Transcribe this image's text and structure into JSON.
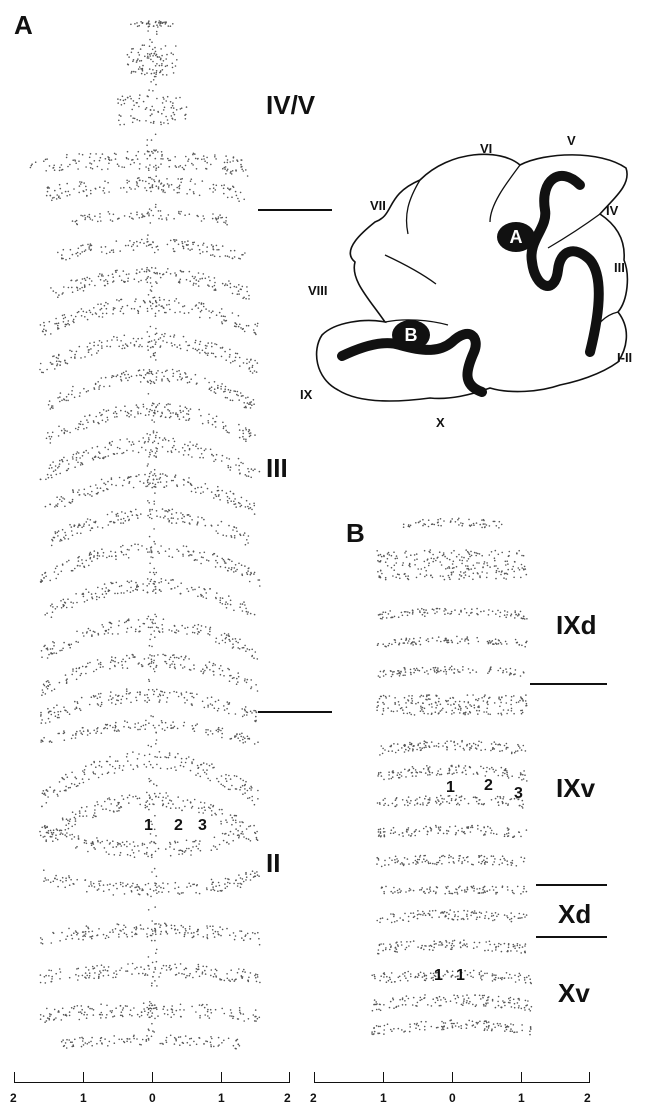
{
  "panels": {
    "a": "A",
    "b": "B"
  },
  "panel_a": {
    "regions": {
      "top": "IV/V",
      "middle": "III",
      "bottom": "II"
    },
    "stripe_numbers": [
      "1",
      "2",
      "3"
    ]
  },
  "panel_b": {
    "regions": {
      "ixd": "IXd",
      "ixv": "IXv",
      "xd": "Xd",
      "xv": "Xv"
    },
    "stripe_numbers": [
      "1",
      "2",
      "3"
    ],
    "xv_numbers": [
      "1",
      "1"
    ]
  },
  "inset": {
    "lobules": {
      "vi": "VI",
      "v": "V",
      "iv": "IV",
      "vii": "VII",
      "iii": "III",
      "viii": "VIII",
      "i_ii": "I-II",
      "ix": "IX",
      "x": "X"
    },
    "markers": {
      "a": "A",
      "b": "B"
    }
  },
  "scale_a": {
    "ticks": [
      "2",
      "1",
      "0",
      "1",
      "2"
    ]
  },
  "scale_b": {
    "ticks": [
      "2",
      "1",
      "0",
      "1",
      "2"
    ]
  },
  "colors": {
    "ink": "#111111",
    "dots": "#555555",
    "background": "#ffffff"
  }
}
